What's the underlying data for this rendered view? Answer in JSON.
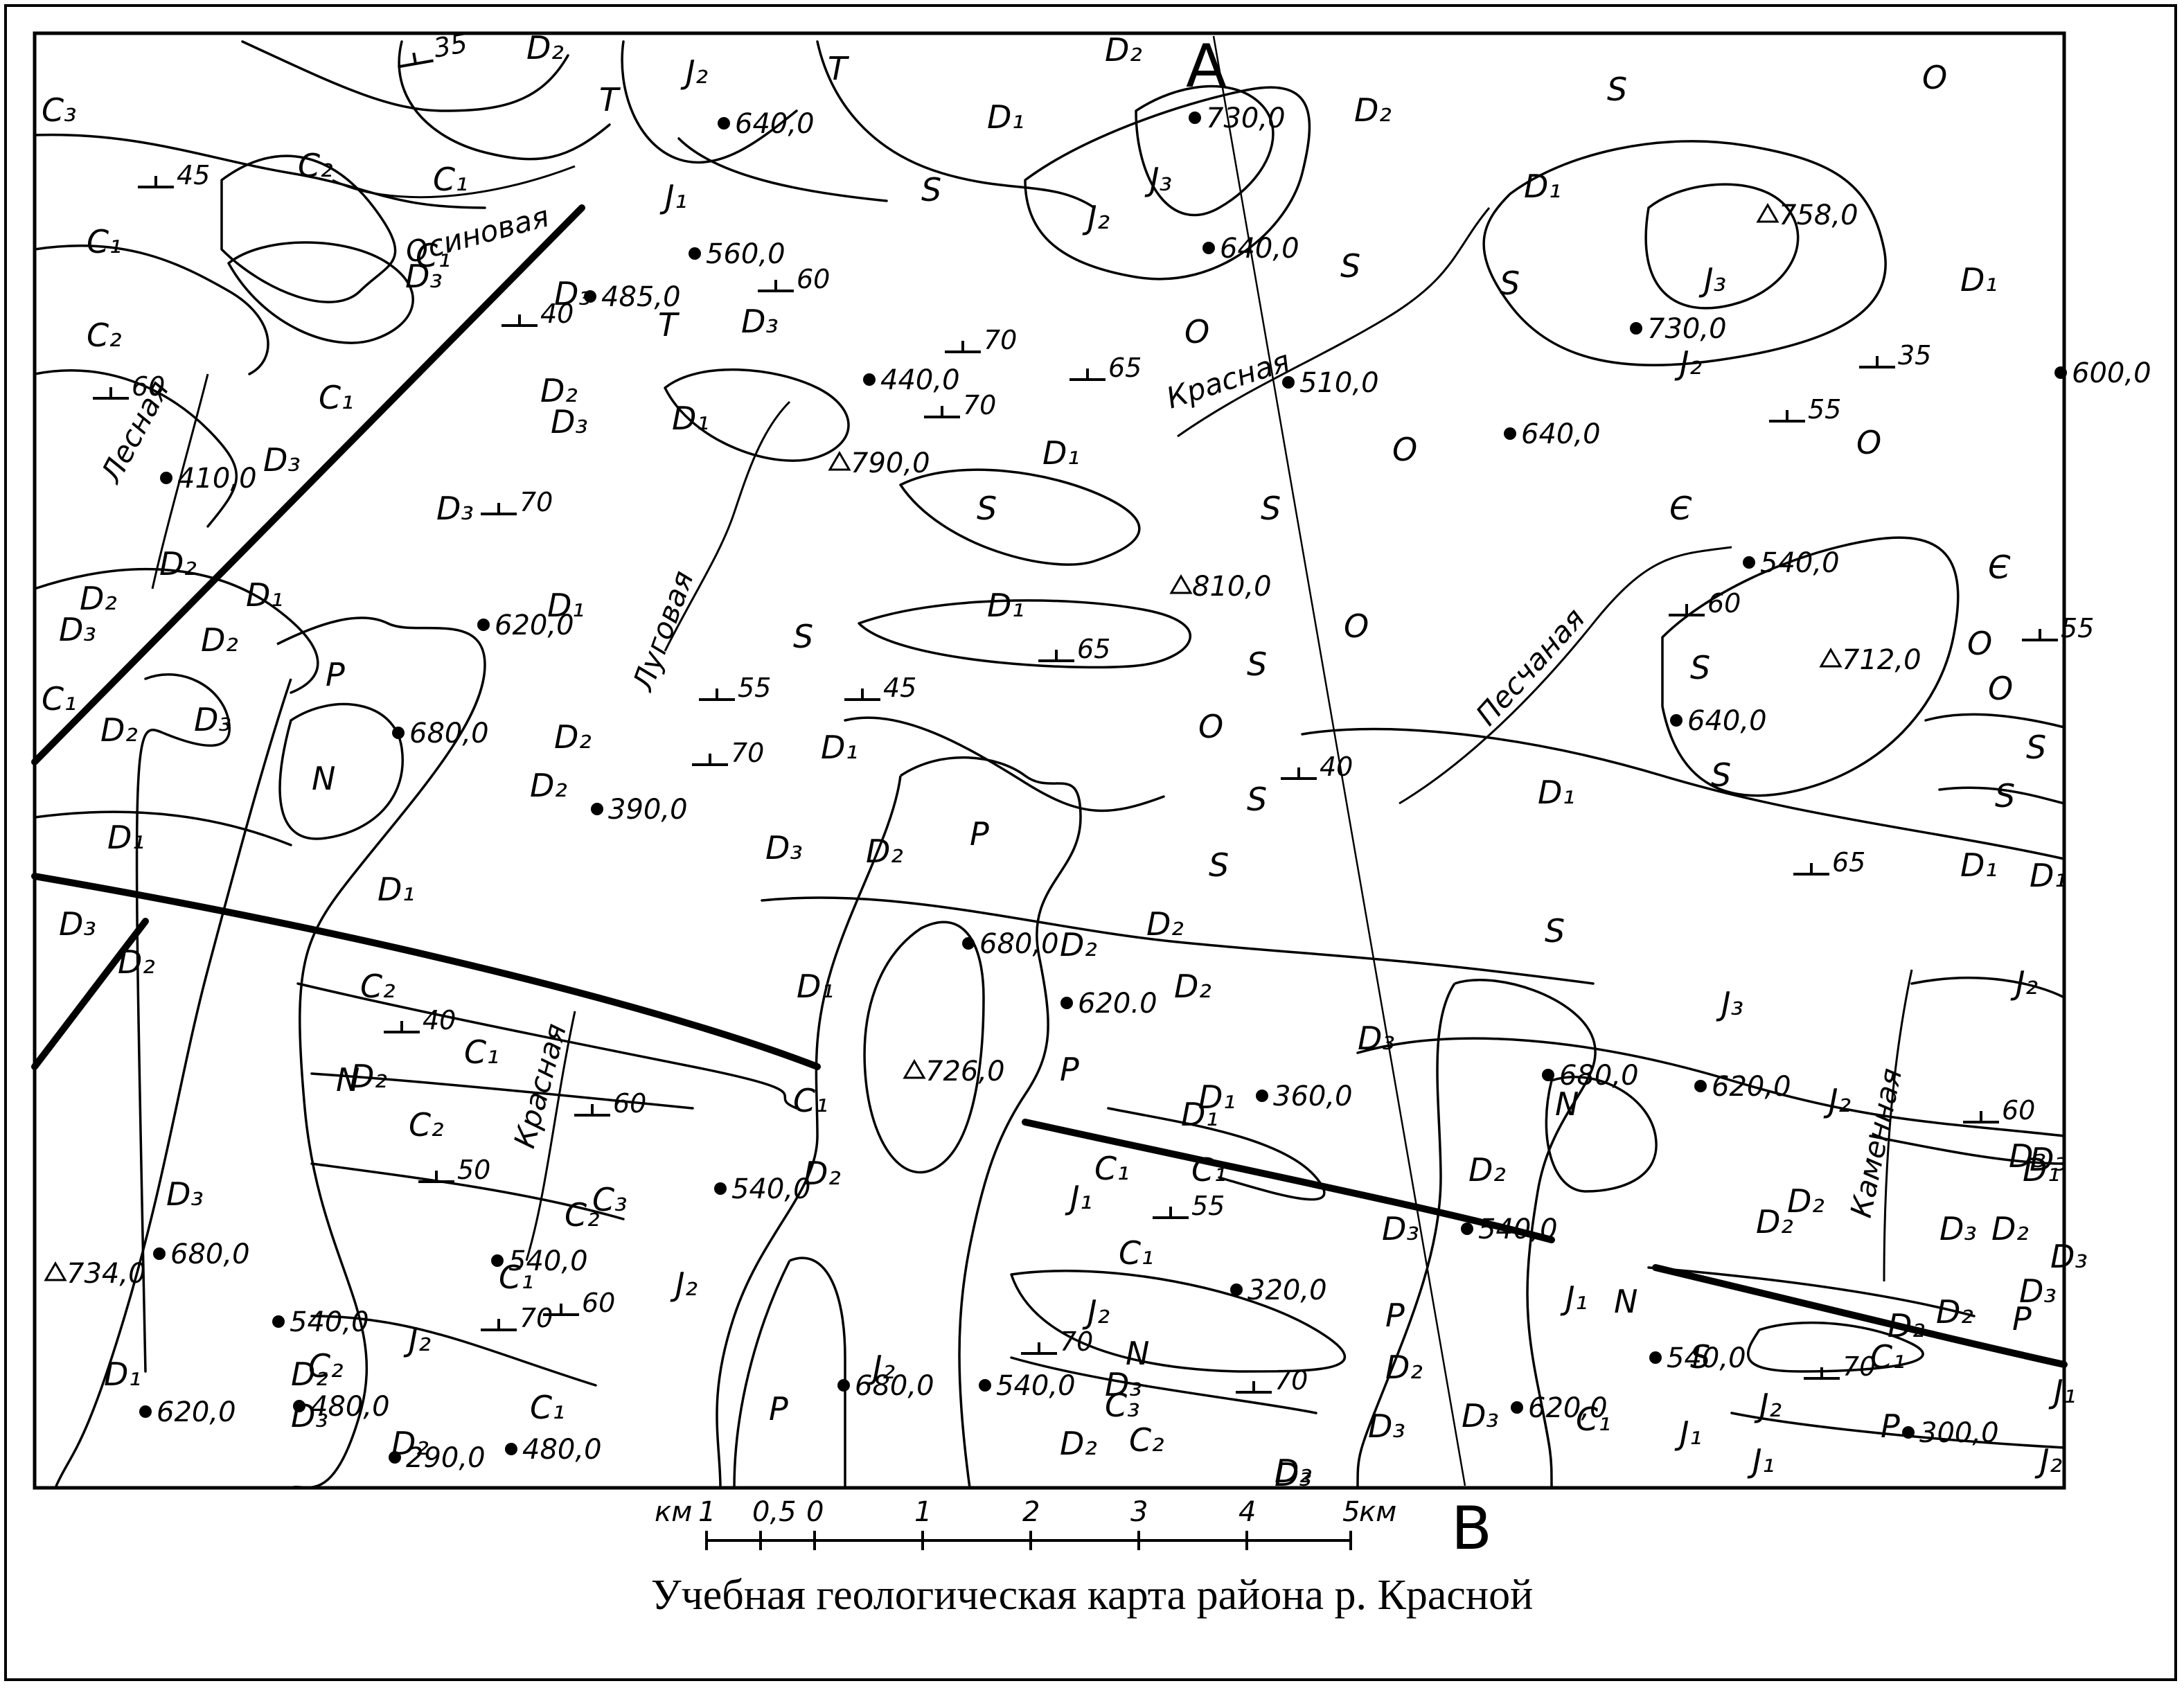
{
  "caption": "Учебная геологическая карта района р. Красной",
  "colors": {
    "ink": "#000000",
    "paper": "#ffffff"
  },
  "profile_line": {
    "start_label": "A",
    "end_label": "B"
  },
  "scale_bar": {
    "unit_left": "км",
    "unit_right": "км",
    "ticks": [
      "1",
      "0,5",
      "0",
      "1",
      "2",
      "3",
      "4",
      "5"
    ]
  },
  "rivers": [
    {
      "id": "osinovaya",
      "name": "Осиновая"
    },
    {
      "id": "lesnaya",
      "name": "Лесная"
    },
    {
      "id": "krasnaya-north",
      "name": "Красная"
    },
    {
      "id": "lugovaya",
      "name": "Луговая"
    },
    {
      "id": "peschanaya",
      "name": "Песчаная"
    },
    {
      "id": "krasnaya-south",
      "name": "Красная"
    },
    {
      "id": "kamennaya",
      "name": "Каменная"
    }
  ],
  "elevation_points": [
    {
      "id": "e1",
      "label": "640,0"
    },
    {
      "id": "e2",
      "label": "560,0"
    },
    {
      "id": "e3",
      "label": "485,0"
    },
    {
      "id": "e4",
      "label": "730,0"
    },
    {
      "id": "e5",
      "label": "640,0"
    },
    {
      "id": "e6",
      "label": "510,0"
    },
    {
      "id": "e7",
      "label": "440,0"
    },
    {
      "id": "e8",
      "label": "790,0"
    },
    {
      "id": "e9",
      "label": "810,0"
    },
    {
      "id": "e10",
      "label": "758,0"
    },
    {
      "id": "e11",
      "label": "730,0"
    },
    {
      "id": "e12",
      "label": "600,0"
    },
    {
      "id": "e13",
      "label": "640,0"
    },
    {
      "id": "e14",
      "label": "540,0"
    },
    {
      "id": "e15",
      "label": "712,0"
    },
    {
      "id": "e16",
      "label": "640,0"
    },
    {
      "id": "e17",
      "label": "410,0"
    },
    {
      "id": "e18",
      "label": "620,0"
    },
    {
      "id": "e19",
      "label": "680,0"
    },
    {
      "id": "e20",
      "label": "390,0"
    },
    {
      "id": "e21",
      "label": "680,0"
    },
    {
      "id": "e22",
      "label": "620.0"
    },
    {
      "id": "e23",
      "label": "726,0"
    },
    {
      "id": "e24",
      "label": "360,0"
    },
    {
      "id": "e25",
      "label": "680,0"
    },
    {
      "id": "e26",
      "label": "620,0"
    },
    {
      "id": "e27",
      "label": "540,0"
    },
    {
      "id": "e28",
      "label": "320,0"
    },
    {
      "id": "e29",
      "label": "540,0"
    },
    {
      "id": "e30",
      "label": "680,0"
    },
    {
      "id": "e31",
      "label": "540,0"
    },
    {
      "id": "e32",
      "label": "620,0"
    },
    {
      "id": "e33",
      "label": "540,0"
    },
    {
      "id": "e34",
      "label": "300,0"
    },
    {
      "id": "e35",
      "label": "734,0"
    },
    {
      "id": "e36",
      "label": "680,0"
    },
    {
      "id": "e37",
      "label": "540,0"
    },
    {
      "id": "e38",
      "label": "480,0"
    },
    {
      "id": "e39",
      "label": "620,0"
    },
    {
      "id": "e40",
      "label": "290,0"
    },
    {
      "id": "e41",
      "label": "480,0"
    },
    {
      "id": "e42",
      "label": "540,0"
    }
  ],
  "dip_values": [
    {
      "id": "d1",
      "value": "35"
    },
    {
      "id": "d2",
      "value": "45"
    },
    {
      "id": "d3",
      "value": "60"
    },
    {
      "id": "d4",
      "value": "40"
    },
    {
      "id": "d5",
      "value": "60"
    },
    {
      "id": "d6",
      "value": "70"
    },
    {
      "id": "d7",
      "value": "65"
    },
    {
      "id": "d8",
      "value": "70"
    },
    {
      "id": "d9",
      "value": "70"
    },
    {
      "id": "d10",
      "value": "35"
    },
    {
      "id": "d11",
      "value": "55"
    },
    {
      "id": "d12",
      "value": "65"
    },
    {
      "id": "d13",
      "value": "55"
    },
    {
      "id": "d14",
      "value": "45"
    },
    {
      "id": "d15",
      "value": "70"
    },
    {
      "id": "d16",
      "value": "40"
    },
    {
      "id": "d17",
      "value": "60"
    },
    {
      "id": "d18",
      "value": "55"
    },
    {
      "id": "d19",
      "value": "65"
    },
    {
      "id": "d20",
      "value": "40"
    },
    {
      "id": "d21",
      "value": "60"
    },
    {
      "id": "d22",
      "value": "50"
    },
    {
      "id": "d23",
      "value": "60"
    },
    {
      "id": "d24",
      "value": "70"
    },
    {
      "id": "d25",
      "value": "55"
    },
    {
      "id": "d26",
      "value": "70"
    },
    {
      "id": "d27",
      "value": "70"
    },
    {
      "id": "d28",
      "value": "70"
    },
    {
      "id": "d29",
      "value": "60"
    }
  ],
  "stratigraphic_units": [
    {
      "id": "u1",
      "label": "C₃"
    },
    {
      "id": "u2",
      "label": "C₂"
    },
    {
      "id": "u3",
      "label": "C₁"
    },
    {
      "id": "u4",
      "label": "C₁"
    },
    {
      "id": "u5",
      "label": "C₂"
    },
    {
      "id": "u6",
      "label": "D₃"
    },
    {
      "id": "u7",
      "label": "D₂"
    },
    {
      "id": "u8",
      "label": "T"
    },
    {
      "id": "u9",
      "label": "J₂"
    },
    {
      "id": "u10",
      "label": "T"
    },
    {
      "id": "u11",
      "label": "J₁"
    },
    {
      "id": "u12",
      "label": "D₂"
    },
    {
      "id": "u13",
      "label": "D₁"
    },
    {
      "id": "u14",
      "label": "J₃"
    },
    {
      "id": "u15",
      "label": "J₂"
    },
    {
      "id": "u16",
      "label": "D₂"
    },
    {
      "id": "u17",
      "label": "S"
    },
    {
      "id": "u18",
      "label": "O"
    },
    {
      "id": "u19",
      "label": "S"
    },
    {
      "id": "u20",
      "label": "D₁"
    },
    {
      "id": "u21",
      "label": "J₃"
    },
    {
      "id": "u22",
      "label": "D₁"
    },
    {
      "id": "u23",
      "label": "S"
    },
    {
      "id": "u24",
      "label": "S"
    },
    {
      "id": "u25",
      "label": "D₃"
    },
    {
      "id": "u26",
      "label": "C₁"
    },
    {
      "id": "u27",
      "label": "D₃"
    },
    {
      "id": "u28",
      "label": "T"
    },
    {
      "id": "u29",
      "label": "D₃"
    },
    {
      "id": "u30",
      "label": "O"
    },
    {
      "id": "u31",
      "label": "J₂"
    },
    {
      "id": "u32",
      "label": "C₁"
    },
    {
      "id": "u33",
      "label": "D₂"
    },
    {
      "id": "u34",
      "label": "D₃"
    },
    {
      "id": "u35",
      "label": "D₁"
    },
    {
      "id": "u36",
      "label": "D₁"
    },
    {
      "id": "u37",
      "label": "S"
    },
    {
      "id": "u38",
      "label": "S"
    },
    {
      "id": "u39",
      "label": "O"
    },
    {
      "id": "u40",
      "label": "S"
    },
    {
      "id": "u41",
      "label": "O"
    },
    {
      "id": "u42",
      "label": "Є"
    },
    {
      "id": "u43",
      "label": "Є"
    },
    {
      "id": "u44",
      "label": "D₂"
    },
    {
      "id": "u45",
      "label": "D₃"
    },
    {
      "id": "u46",
      "label": "D₂"
    },
    {
      "id": "u47",
      "label": "D₁"
    },
    {
      "id": "u48",
      "label": "D₁"
    },
    {
      "id": "u49",
      "label": "S"
    },
    {
      "id": "u50",
      "label": "D₁"
    },
    {
      "id": "u51",
      "label": "S"
    },
    {
      "id": "u52",
      "label": "O"
    },
    {
      "id": "u53",
      "label": "O"
    },
    {
      "id": "u54",
      "label": "D₃"
    },
    {
      "id": "u55",
      "label": "D₂"
    },
    {
      "id": "u56",
      "label": "C₁"
    },
    {
      "id": "u57",
      "label": "D₂"
    },
    {
      "id": "u58",
      "label": "P"
    },
    {
      "id": "u59",
      "label": "N"
    },
    {
      "id": "u60",
      "label": "D₂"
    },
    {
      "id": "u61",
      "label": "D₃"
    },
    {
      "id": "u62",
      "label": "D₁"
    },
    {
      "id": "u63",
      "label": "D₁"
    },
    {
      "id": "u64",
      "label": "D₂"
    },
    {
      "id": "u65",
      "label": "D₃"
    },
    {
      "id": "u66",
      "label": "D₂"
    },
    {
      "id": "u67",
      "label": "D₁"
    },
    {
      "id": "u68",
      "label": "O"
    },
    {
      "id": "u69",
      "label": "S"
    },
    {
      "id": "u70",
      "label": "S"
    },
    {
      "id": "u71",
      "label": "O"
    },
    {
      "id": "u72",
      "label": "S"
    },
    {
      "id": "u73",
      "label": "D₁"
    },
    {
      "id": "u74",
      "label": "S"
    },
    {
      "id": "u75",
      "label": "D₁"
    },
    {
      "id": "u76",
      "label": "S"
    },
    {
      "id": "u77",
      "label": "J₂"
    },
    {
      "id": "u78",
      "label": "S"
    },
    {
      "id": "u79",
      "label": "D₁"
    },
    {
      "id": "u80",
      "label": "D₂"
    },
    {
      "id": "u81",
      "label": "P"
    },
    {
      "id": "u82",
      "label": "N"
    },
    {
      "id": "u83",
      "label": "D₃"
    },
    {
      "id": "u84",
      "label": "D₂"
    },
    {
      "id": "u85",
      "label": "D₁"
    },
    {
      "id": "u86",
      "label": "D₁"
    },
    {
      "id": "u87",
      "label": "D₂"
    },
    {
      "id": "u88",
      "label": "D₂"
    },
    {
      "id": "u89",
      "label": "D₃"
    },
    {
      "id": "u90",
      "label": "J₃"
    },
    {
      "id": "u91",
      "label": "J₂"
    },
    {
      "id": "u92",
      "label": "P"
    },
    {
      "id": "u93",
      "label": "N"
    },
    {
      "id": "u94",
      "label": "D₂"
    },
    {
      "id": "u95",
      "label": "D₃"
    },
    {
      "id": "u96",
      "label": "C₁"
    },
    {
      "id": "u97",
      "label": "C₁"
    },
    {
      "id": "u98",
      "label": "D₃"
    },
    {
      "id": "u99",
      "label": "D₂"
    },
    {
      "id": "u100",
      "label": "C₂"
    },
    {
      "id": "u101",
      "label": "C₁"
    },
    {
      "id": "u102",
      "label": "C₂"
    },
    {
      "id": "u103",
      "label": "C₃"
    },
    {
      "id": "u104",
      "label": "C₂"
    },
    {
      "id": "u105",
      "label": "C₁"
    },
    {
      "id": "u106",
      "label": "D₂"
    },
    {
      "id": "u107",
      "label": "D₃"
    },
    {
      "id": "u108",
      "label": "J₁"
    },
    {
      "id": "u109",
      "label": "C₁"
    },
    {
      "id": "u110",
      "label": "J₂"
    },
    {
      "id": "u111",
      "label": "J₂"
    },
    {
      "id": "u112",
      "label": "N"
    },
    {
      "id": "u113",
      "label": "P"
    },
    {
      "id": "u114",
      "label": "J₂"
    },
    {
      "id": "u115",
      "label": "C₁"
    },
    {
      "id": "u116",
      "label": "C₂"
    },
    {
      "id": "u117",
      "label": "C₃"
    },
    {
      "id": "u118",
      "label": "C₂"
    },
    {
      "id": "u119",
      "label": "C₁"
    },
    {
      "id": "u120",
      "label": "D₃"
    },
    {
      "id": "u121",
      "label": "J₁"
    },
    {
      "id": "u122",
      "label": "D₂"
    },
    {
      "id": "u123",
      "label": "D₃"
    },
    {
      "id": "u124",
      "label": "C₁"
    },
    {
      "id": "u125",
      "label": "J₁"
    },
    {
      "id": "u126",
      "label": "J₂"
    },
    {
      "id": "u127",
      "label": "P"
    },
    {
      "id": "u128",
      "label": "J₂"
    },
    {
      "id": "u129",
      "label": "J₁"
    },
    {
      "id": "u130",
      "label": "C₁"
    },
    {
      "id": "u131",
      "label": "D₃"
    },
    {
      "id": "u132",
      "label": "D₃"
    },
    {
      "id": "u133",
      "label": "D₂"
    },
    {
      "id": "u134",
      "label": "D₁"
    },
    {
      "id": "u135",
      "label": "D₂"
    },
    {
      "id": "u136",
      "label": "D₂"
    },
    {
      "id": "u137",
      "label": "D₃"
    },
    {
      "id": "u138",
      "label": "D₂"
    },
    {
      "id": "u139",
      "label": "D₃"
    },
    {
      "id": "u140",
      "label": "D₁"
    },
    {
      "id": "u141",
      "label": "D₂"
    },
    {
      "id": "u142",
      "label": "S"
    },
    {
      "id": "u143",
      "label": "D₂"
    },
    {
      "id": "u144",
      "label": "D₁"
    },
    {
      "id": "u145",
      "label": "D₂"
    },
    {
      "id": "u146",
      "label": "D₃"
    },
    {
      "id": "u147",
      "label": "D₂"
    },
    {
      "id": "u148",
      "label": "D₃"
    },
    {
      "id": "u149",
      "label": "D₂"
    },
    {
      "id": "u150",
      "label": "J₁"
    },
    {
      "id": "u151",
      "label": "J₂"
    },
    {
      "id": "u152",
      "label": "P"
    },
    {
      "id": "u153",
      "label": "N"
    },
    {
      "id": "u154",
      "label": "P"
    },
    {
      "id": "u155",
      "label": "D₃"
    },
    {
      "id": "u156",
      "label": "D₁"
    }
  ]
}
